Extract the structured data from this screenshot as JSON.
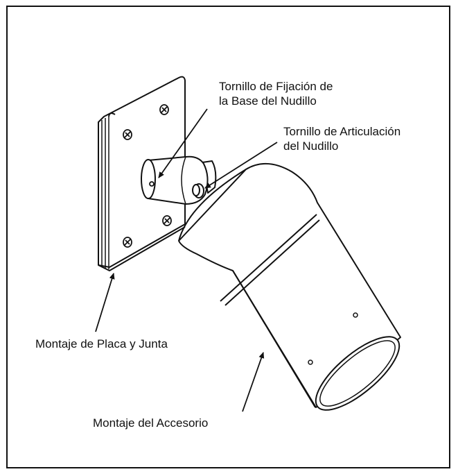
{
  "labels": {
    "knuckle_base_screw": {
      "line1": "Tornillo de Fijación de",
      "line2": "la Base del Nudillo"
    },
    "knuckle_pivot_screw": {
      "line1": "Tornillo de Articulación",
      "line2": "del Nudillo"
    },
    "plate_gasket_assembly": "Montaje de Placa y Junta",
    "fixture_assembly": "Montaje del Accesorio"
  },
  "colors": {
    "stroke": "#111111",
    "background": "#ffffff"
  }
}
